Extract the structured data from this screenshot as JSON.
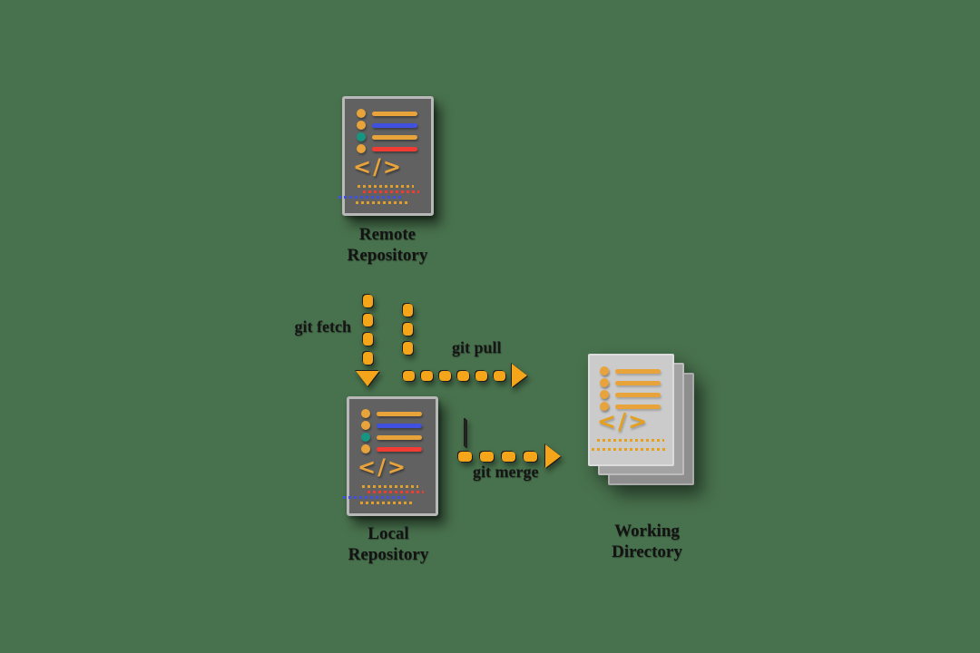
{
  "colors": {
    "background": "#48714D",
    "arrow_orange": "#F5A51A",
    "amber": "#E8A33B",
    "blue": "#4050E0",
    "red": "#F23B33",
    "teal": "#169681",
    "card_gray": "#616161",
    "card_border": "#B8B8B8",
    "page_gray": "#CBCBCB",
    "label_text": "#141414"
  },
  "icons": {
    "code_glyph": "</>"
  },
  "nodes": {
    "remote": {
      "label": [
        "Remote",
        "Repository"
      ]
    },
    "local": {
      "label": [
        "Local",
        "Repository"
      ]
    },
    "working": {
      "label": [
        "Working",
        "Directory"
      ]
    }
  },
  "arrows": {
    "fetch": {
      "label": "git fetch",
      "direction": "down"
    },
    "pull": {
      "label": "git pull",
      "direction": "down-then-right"
    },
    "merge": {
      "label": "git merge",
      "direction": "right"
    }
  }
}
